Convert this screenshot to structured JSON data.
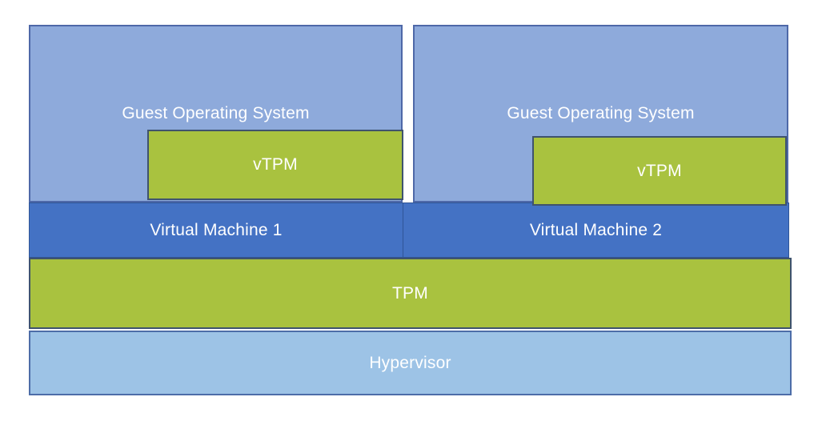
{
  "diagram": {
    "type": "layered-architecture",
    "nodes": {
      "guest_os_1": {
        "label": "Guest Operating System"
      },
      "guest_os_2": {
        "label": "Guest Operating System"
      },
      "vtpm_1": {
        "label": "vTPM"
      },
      "vtpm_2": {
        "label": "vTPM"
      },
      "vm_1": {
        "label": "Virtual Machine 1"
      },
      "vm_2": {
        "label": "Virtual Machine 2"
      },
      "tpm": {
        "label": "TPM"
      },
      "hypervisor": {
        "label": "Hypervisor"
      }
    },
    "containment": [
      "vtpm_1 inside guest_os_1",
      "vtpm_2 inside guest_os_2",
      "guest_os_1 on vm_1",
      "guest_os_2 on vm_2",
      "vm_1 and vm_2 on tpm",
      "tpm on hypervisor"
    ],
    "colors": {
      "background": "#FFFFFF",
      "guest_os_fill": "#8EAADB",
      "guest_os_border": "#4E68A8",
      "vm_fill": "#4472C4",
      "vm_border": "#2F5597",
      "green_fill": "#A9C23F",
      "green_border": "#3F536E",
      "hypervisor_fill": "#9DC3E6",
      "hypervisor_border": "#4D6DA8",
      "label_text": "#FFFFFF"
    }
  }
}
